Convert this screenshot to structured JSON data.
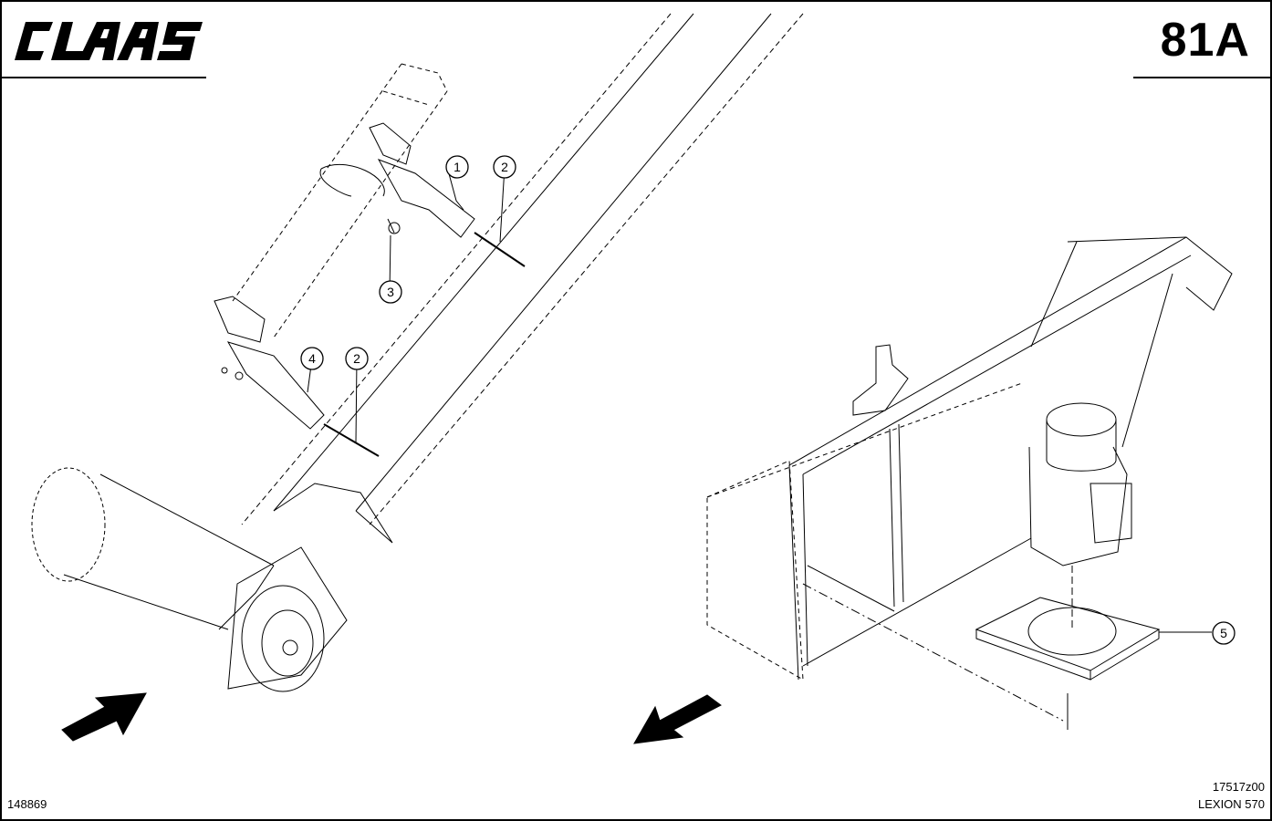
{
  "brand": {
    "logo_text": "CLAAS"
  },
  "header": {
    "page_code": "81A"
  },
  "footer": {
    "drawing_code": "148869",
    "image_ref": "17517z00",
    "model": "LEXION 570"
  },
  "callouts": [
    "1",
    "2",
    "3",
    "4",
    "2",
    "5"
  ],
  "icons": [
    "direction-arrow-icon",
    "direction-arrow-icon"
  ]
}
